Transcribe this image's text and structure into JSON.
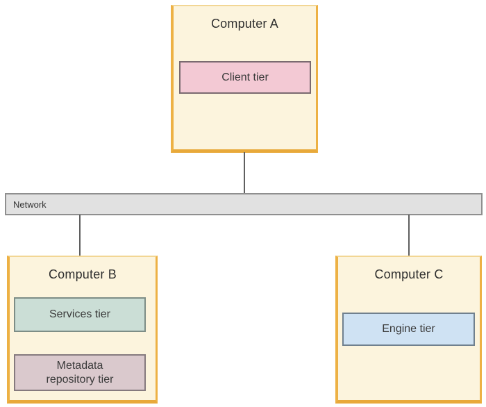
{
  "diagram": {
    "background_color": "#ffffff",
    "connector_color": "#5f5f5f",
    "network": {
      "label": "Network",
      "fill_color": "#e1e1e1",
      "border_color": "#8f8f8f"
    },
    "nodes": [
      {
        "id": "computer-a",
        "label": "Computer A",
        "fill_color": "#fcf4dd",
        "border_color": "#edb144",
        "tiers": [
          {
            "label": "Client tier",
            "fill_color": "#f3c9d4",
            "border_color": "#7a6a70"
          }
        ]
      },
      {
        "id": "computer-b",
        "label": "Computer B",
        "fill_color": "#fcf4dd",
        "border_color": "#edb144",
        "tiers": [
          {
            "label": "Services tier",
            "fill_color": "#cbded6",
            "border_color": "#7d8d86"
          },
          {
            "label": "Metadata\nrepository tier",
            "fill_color": "#dac9cd",
            "border_color": "#857a7e"
          }
        ]
      },
      {
        "id": "computer-c",
        "label": "Computer C",
        "fill_color": "#fcf4dd",
        "border_color": "#edb144",
        "tiers": [
          {
            "label": "Engine tier",
            "fill_color": "#cfe2f3",
            "border_color": "#70808e"
          }
        ]
      }
    ]
  }
}
